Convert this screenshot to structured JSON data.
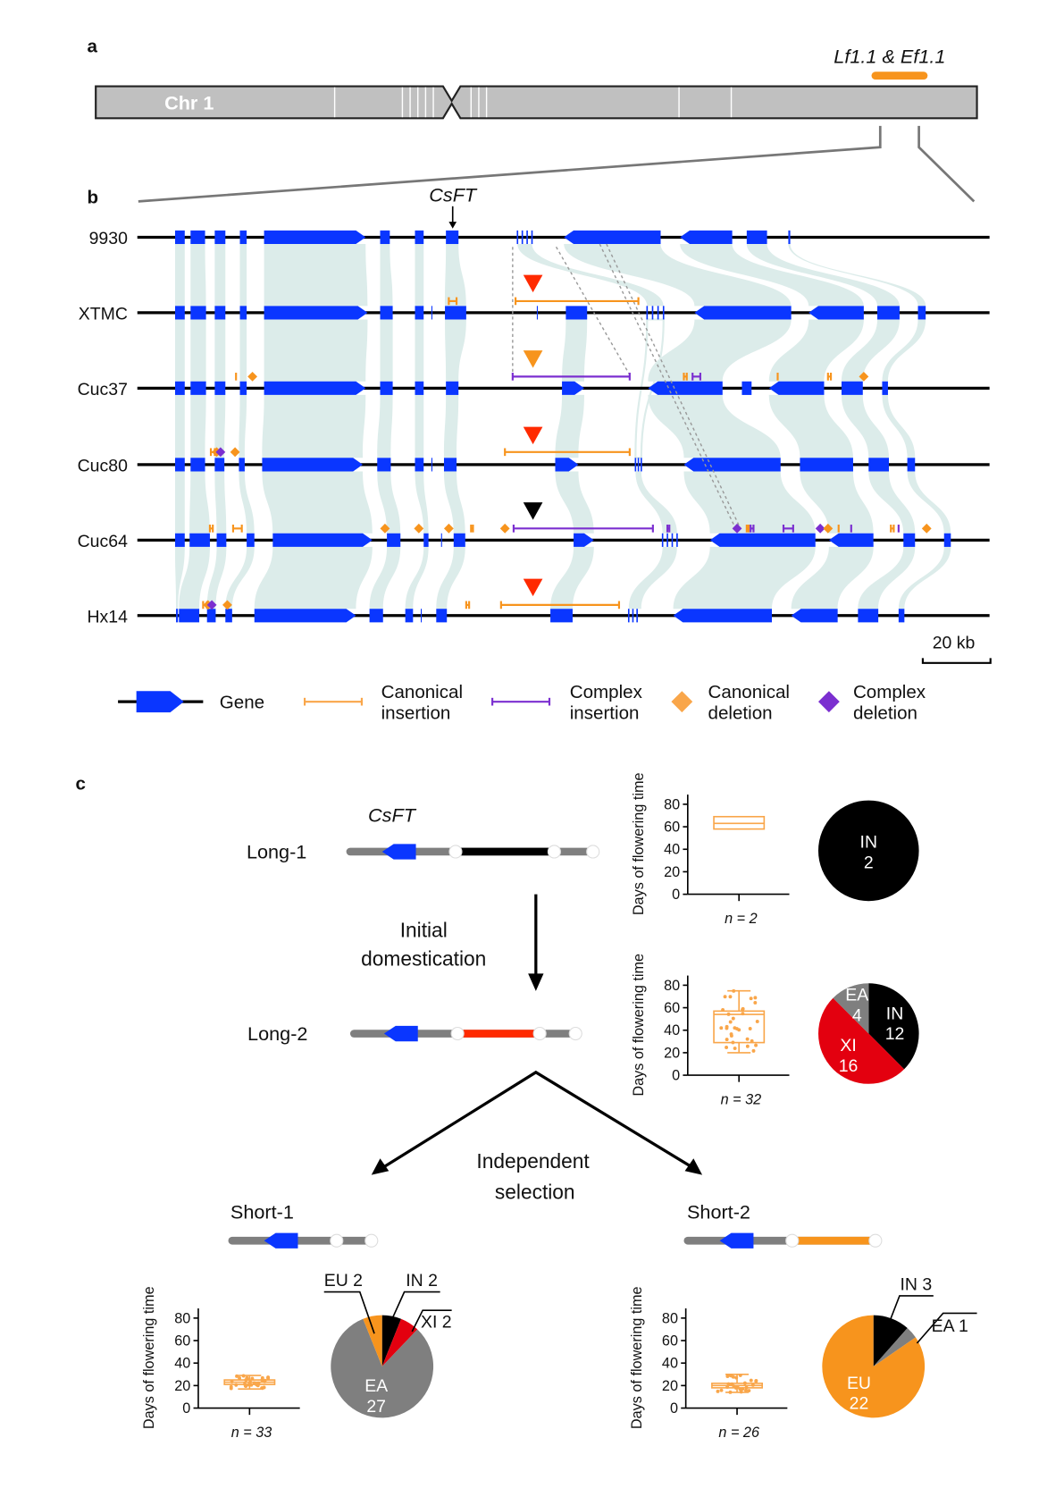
{
  "panel_labels": {
    "a": "a",
    "b": "b",
    "c": "c"
  },
  "panel_a": {
    "chromosome_label": "Chr 1",
    "locus_label": "Lf1.1 & Ef1.1"
  },
  "panel_b": {
    "gene_label": "CsFT",
    "tracks": [
      "9930",
      "XTMC",
      "Cuc37",
      "Cuc80",
      "Cuc64",
      "Hx14"
    ],
    "scale_bar": "20 kb",
    "legend": [
      {
        "line1": "Gene",
        "line2": ""
      },
      {
        "line1": "Canonical",
        "line2": "insertion"
      },
      {
        "line1": "Complex",
        "line2": "insertion"
      },
      {
        "line1": "Canonical",
        "line2": "deletion"
      },
      {
        "line1": "Complex",
        "line2": "deletion"
      }
    ]
  },
  "panel_c": {
    "gene_label": "CsFT",
    "haplotypes": [
      "Long-1",
      "Long-2",
      "Short-1",
      "Short-2"
    ],
    "arrow1_line1": "Initial",
    "arrow1_line2": "domestication",
    "arrow2_line1": "Independent",
    "arrow2_line2": "selection"
  },
  "colors": {
    "gene": "#0a36ff",
    "ribbon": "#dcecea",
    "orange": "#f7941d",
    "purple": "#7b2fd0",
    "red": "#e3000f",
    "red_triangle": "#ff2a00",
    "gray": "#7f7f7f",
    "black": "#000000",
    "chromosome": "#c0c0c0"
  },
  "chart_data": [
    {
      "type": "box",
      "title": "Long-1",
      "ylabel": "Days of flowering time",
      "ylim": [
        0,
        80
      ],
      "yticks": [
        "0",
        "20",
        "40",
        "60",
        "80"
      ],
      "n_label": "n = 2",
      "n": 2,
      "min": 58,
      "q1": 58,
      "median": 63,
      "q3": 69,
      "max": 69
    },
    {
      "type": "pie",
      "title": "Long-1",
      "slices": [
        {
          "name": "IN",
          "value": 2,
          "label": "IN",
          "value_label": "2",
          "color": "#000000"
        }
      ]
    },
    {
      "type": "box",
      "title": "Long-2",
      "ylabel": "Days of flowering time",
      "ylim": [
        0,
        80
      ],
      "yticks": [
        "0",
        "20",
        "40",
        "60",
        "80"
      ],
      "n_label": "n = 32",
      "n": 32,
      "min": 20,
      "q1": 29,
      "median": 54,
      "q3": 57,
      "max": 75
    },
    {
      "type": "pie",
      "title": "Long-2",
      "slices": [
        {
          "name": "IN",
          "value": 12,
          "label": "IN",
          "value_label": "12",
          "color": "#000000"
        },
        {
          "name": "XI",
          "value": 16,
          "label": "XI",
          "value_label": "16",
          "color": "#e3000f"
        },
        {
          "name": "EA",
          "value": 4,
          "label": "EA",
          "value_label": "4",
          "color": "#7f7f7f"
        }
      ]
    },
    {
      "type": "box",
      "title": "Short-1",
      "ylabel": "Days of flowering time",
      "ylim": [
        0,
        80
      ],
      "yticks": [
        "0",
        "20",
        "40",
        "60",
        "80"
      ],
      "n_label": "n = 33",
      "n": 33,
      "min": 17,
      "q1": 21,
      "median": 23,
      "q3": 25,
      "max": 29
    },
    {
      "type": "pie",
      "title": "Short-1",
      "slices": [
        {
          "name": "IN",
          "value": 2,
          "label": "IN 2",
          "value_label": "",
          "color": "#000000"
        },
        {
          "name": "XI",
          "value": 2,
          "label": "XI 2",
          "value_label": "",
          "color": "#e3000f"
        },
        {
          "name": "EA",
          "value": 27,
          "label": "EA",
          "value_label": "27",
          "color": "#7f7f7f"
        },
        {
          "name": "EU",
          "value": 2,
          "label": "EU 2",
          "value_label": "",
          "color": "#f7941d"
        }
      ]
    },
    {
      "type": "box",
      "title": "Short-2",
      "ylabel": "Days of flowering time",
      "ylim": [
        0,
        80
      ],
      "yticks": [
        "0",
        "20",
        "40",
        "60",
        "80"
      ],
      "n_label": "n = 26",
      "n": 26,
      "min": 14,
      "q1": 18,
      "median": 20,
      "q3": 22,
      "max": 30
    },
    {
      "type": "pie",
      "title": "Short-2",
      "slices": [
        {
          "name": "IN",
          "value": 3,
          "label": "IN 3",
          "value_label": "",
          "color": "#000000"
        },
        {
          "name": "EA",
          "value": 1,
          "label": "EA 1",
          "value_label": "",
          "color": "#7f7f7f"
        },
        {
          "name": "EU",
          "value": 22,
          "label": "EU",
          "value_label": "22",
          "color": "#f7941d"
        }
      ]
    }
  ]
}
